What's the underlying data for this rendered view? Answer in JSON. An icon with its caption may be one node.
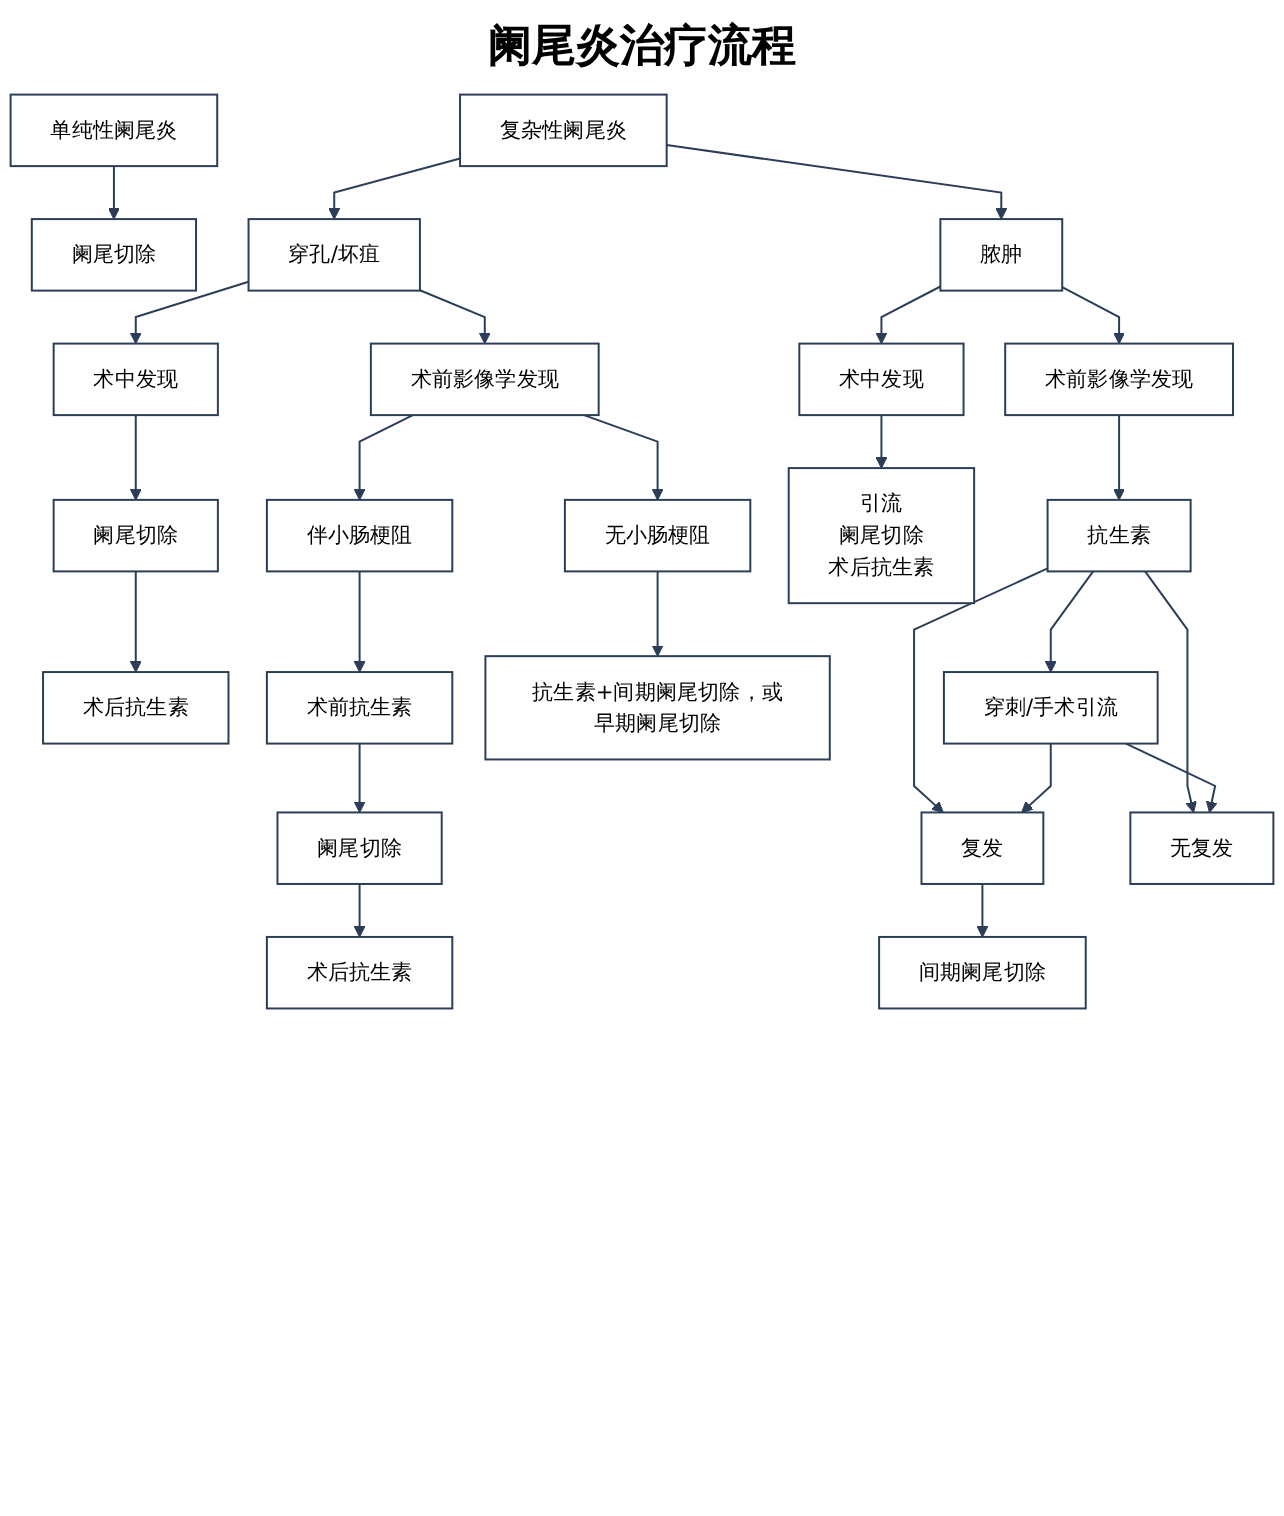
{
  "diagram": {
    "title": "阑尾炎治疗流程",
    "nodes": [
      {
        "text": [
          "单纯性阑尾炎"
        ]
      },
      {
        "text": [
          "复杂性阑尾炎"
        ]
      },
      {
        "text": [
          "阑尾切除"
        ]
      },
      {
        "text": [
          "穿孔/坏疽"
        ]
      },
      {
        "text": [
          "脓肿"
        ]
      },
      {
        "text": [
          "术中发现"
        ]
      },
      {
        "text": [
          "术前影像学发现"
        ]
      },
      {
        "text": [
          "术中发现"
        ]
      },
      {
        "text": [
          "术前影像学发现"
        ]
      },
      {
        "text": [
          "阑尾切除"
        ]
      },
      {
        "text": [
          "伴小肠梗阻"
        ]
      },
      {
        "text": [
          "无小肠梗阻"
        ]
      },
      {
        "text": [
          "引流",
          "阑尾切除",
          "术后抗生素"
        ]
      },
      {
        "text": [
          "抗生素"
        ]
      },
      {
        "text": [
          "术后抗生素"
        ]
      },
      {
        "text": [
          "术前抗生素"
        ]
      },
      {
        "text": [
          "抗生素+间期阑尾切除，或早期阑尾切除"
        ]
      },
      {
        "text": [
          "穿刺/手术引流"
        ]
      },
      {
        "text": [
          "阑尾切除"
        ]
      },
      {
        "text": [
          "复发"
        ]
      },
      {
        "text": [
          "无复发"
        ]
      },
      {
        "text": [
          "术后抗生素"
        ]
      },
      {
        "text": [
          "间期阑尾切除"
        ]
      }
    ],
    "edges": [
      {
        "from": 0,
        "to": 2,
        "arrow": "to"
      },
      {
        "from": 1,
        "to": 3,
        "arrow": "to"
      },
      {
        "from": 1,
        "to": 4,
        "arrow": "to"
      },
      {
        "from": 3,
        "to": 5,
        "arrow": "to"
      },
      {
        "from": 3,
        "to": 6,
        "arrow": "to"
      },
      {
        "from": 4,
        "to": 7,
        "arrow": "to"
      },
      {
        "from": 4,
        "to": 8,
        "arrow": "to"
      },
      {
        "from": 5,
        "to": 9,
        "arrow": "to"
      },
      {
        "from": 6,
        "to": 10,
        "arrow": "to"
      },
      {
        "from": 6,
        "to": 11,
        "arrow": "to"
      },
      {
        "from": 7,
        "to": 12,
        "arrow": "to"
      },
      {
        "from": 8,
        "to": 13,
        "arrow": "to"
      },
      {
        "from": 9,
        "to": 14,
        "arrow": "to"
      },
      {
        "from": 10,
        "to": 15,
        "arrow": "to"
      },
      {
        "from": 11,
        "to": 16,
        "arrow": "to"
      },
      {
        "from": 13,
        "to": 17,
        "arrow": "to"
      },
      {
        "from": 13,
        "to": 19,
        "arrow": "to"
      },
      {
        "from": 13,
        "to": 20,
        "arrow": "to"
      },
      {
        "from": 17,
        "to": 19,
        "arrow": "to"
      },
      {
        "from": 17,
        "to": 20,
        "arrow": "to"
      },
      {
        "from": 15,
        "to": 18,
        "arrow": "to"
      },
      {
        "from": 18,
        "to": 21,
        "arrow": "to"
      },
      {
        "from": 19,
        "to": 22,
        "arrow": "to"
      }
    ]
  }
}
